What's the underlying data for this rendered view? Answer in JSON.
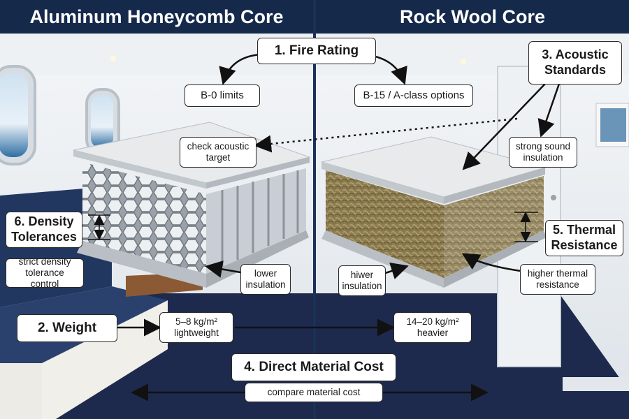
{
  "headers": {
    "left": "Aluminum Honeycomb Core",
    "right": "Rock Wool Core"
  },
  "criteria": {
    "fire_rating": "1. Fire Rating",
    "weight": "2. Weight",
    "acoustic": "3. Acoustic\nStandards",
    "cost": "4. Direct Material Cost",
    "thermal": "5. Thermal\nResistance",
    "density": "6. Density\nTolerances"
  },
  "aluminum": {
    "fire": "B-0 limits",
    "acoustic": "check acoustic\ntarget",
    "density": "strict density\ntolerance control",
    "thermal": "lower\ninsulation",
    "weight_value": "5–8 kg/m²",
    "weight_note": "lightweight"
  },
  "rockwool": {
    "fire": "B-15 / A-class options",
    "acoustic": "strong sound\ninsulation",
    "thermal_low": "hiwer\ninsulation",
    "thermal_high": "higher thermal\nresistance",
    "weight_value": "14–20 kg/m²",
    "weight_note": "heavier"
  },
  "cost_note": "compare material cost",
  "colors": {
    "header": "#15294a",
    "carpet": "#1d2a4d",
    "seat": "#223760",
    "wool": "#8a7a4e",
    "aluminum": "#c9ced4"
  }
}
